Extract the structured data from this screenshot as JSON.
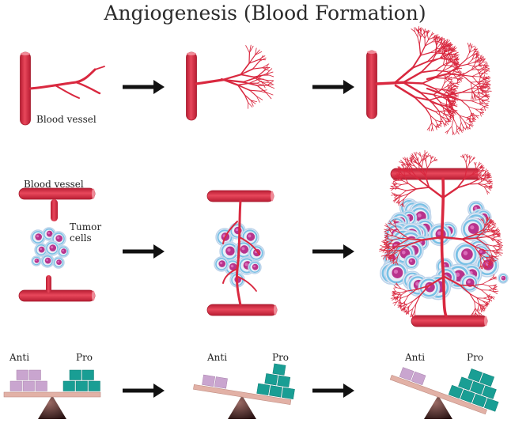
{
  "title": "Angiogenesis (Blood Formation)",
  "labels": {
    "blood_vessel_top": "Blood vessel",
    "blood_vessel_mid": "Blood vessel",
    "tumor_cells": "Tumor\ncells"
  },
  "balance": [
    {
      "anti": "Anti",
      "pro": "Pro"
    },
    {
      "anti": "Anti",
      "pro": "Pro"
    },
    {
      "anti": "Anti",
      "pro": "Pro"
    }
  ],
  "colors": {
    "vessel": "#d9283f",
    "vessel_dark": "#a51a2c",
    "anti_block": "#c9a5cf",
    "pro_block": "#199e94",
    "beam": "#e2b1a6",
    "fulcrum": "#4a2a2a",
    "arrow": "#111111",
    "cell_outer": "#bcd3ea",
    "cell_ring": "#5bb4e0",
    "cell_nucleus": "#b8338c"
  }
}
